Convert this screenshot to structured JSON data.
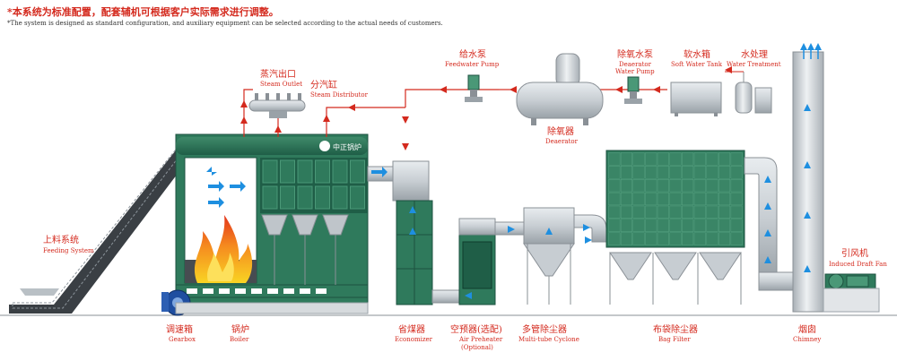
{
  "notes": {
    "cn": "*本系统为标准配置，配套辅机可根据客户实际需求进行调整。",
    "en": "*The system is designed as standard configuration, and auxiliary equipment can be selected according to the actual needs of customers."
  },
  "components": {
    "feeding_system": {
      "cn": "上料系统",
      "en": "Feeding System"
    },
    "gearbox": {
      "cn": "调速箱",
      "en": "Gearbox"
    },
    "boiler": {
      "cn": "锅炉",
      "en": "Boiler"
    },
    "economizer": {
      "cn": "省煤器",
      "en": "Economizer"
    },
    "air_preheater": {
      "cn": "空预器(选配)",
      "en": "Air Preheater",
      "en2": "(Optional)"
    },
    "cyclone": {
      "cn": "多管除尘器",
      "en": "Multi-tube Cyclone"
    },
    "bag_filter": {
      "cn": "布袋除尘器",
      "en": "Bag Filter"
    },
    "chimney": {
      "cn": "烟囱",
      "en": "Chimney"
    },
    "induced_fan": {
      "cn": "引风机",
      "en": "Induced Draft Fan"
    },
    "steam_outlet": {
      "cn": "蒸汽出口",
      "en": "Steam Outlet"
    },
    "steam_distributor": {
      "cn": "分汽缸",
      "en": "Steam Distributor"
    },
    "feedwater_pump": {
      "cn": "给水泵",
      "en": "Feedwater Pump"
    },
    "deaerator": {
      "cn": "除氧器",
      "en": "Deaerator"
    },
    "deaerator_pump": {
      "cn": "除氧水泵",
      "en": "Deaerator",
      "en2": "Water Pump"
    },
    "soft_water_tank": {
      "cn": "软水箱",
      "en": "Soft Water Tank"
    },
    "water_treatment": {
      "cn": "水处理",
      "en": "Water Treatment"
    }
  },
  "logo_text": "中正锅炉",
  "colors": {
    "green_dark": "#1f5e47",
    "green": "#2f7a5c",
    "green_light": "#4a9877",
    "steel": "#c9ced3",
    "steam_line": "#d42a1e",
    "flue_arrow": "#1e8fe0",
    "label": "#d42a1e"
  }
}
